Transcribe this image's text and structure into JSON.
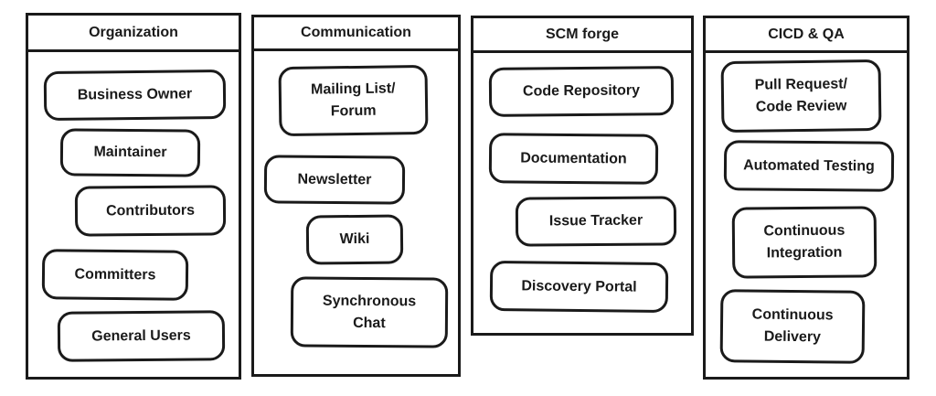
{
  "columns": [
    {
      "title": "Organization",
      "items": [
        "Business Owner",
        "Maintainer",
        "Contributors",
        "Committers",
        "General Users"
      ]
    },
    {
      "title": "Communication",
      "items": [
        "Mailing List/\nForum",
        "Newsletter",
        "Wiki",
        "Synchronous\nChat"
      ]
    },
    {
      "title": "SCM forge",
      "items": [
        "Code Repository",
        "Documentation",
        "Issue Tracker",
        "Discovery Portal"
      ]
    },
    {
      "title": "CICD & QA",
      "items": [
        "Pull Request/\nCode Review",
        "Automated Testing",
        "Continuous\nIntegration",
        "Continuous\nDelivery"
      ]
    }
  ]
}
